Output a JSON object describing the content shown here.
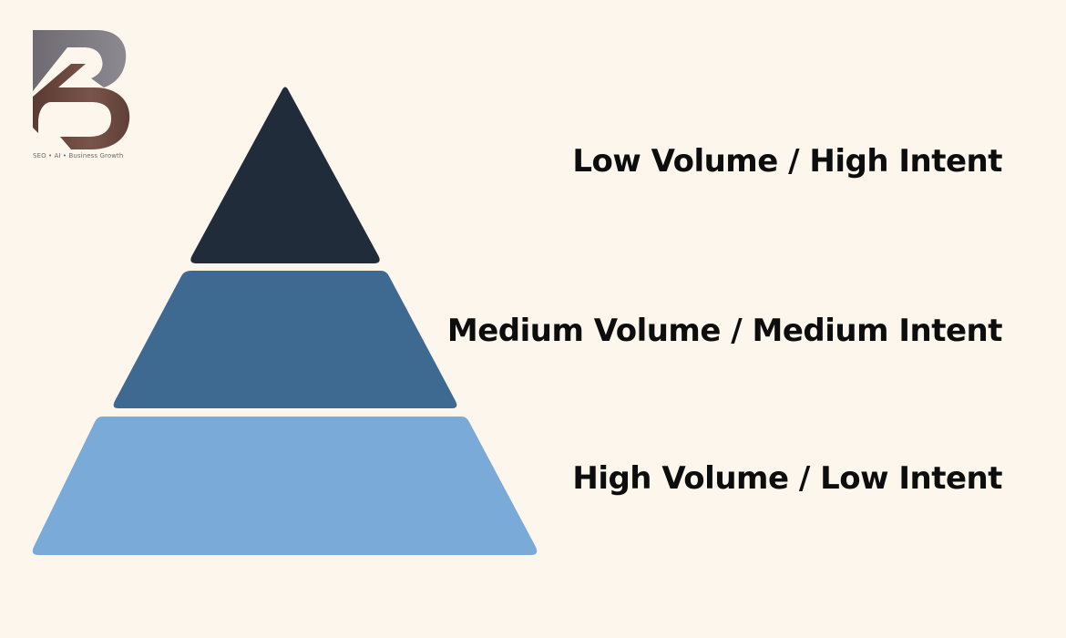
{
  "logo": {
    "letter": "B",
    "tagline": "SEO • AI • Business Growth",
    "colors": {
      "upper": "#7d7a82",
      "lower": "#6b4a42"
    }
  },
  "pyramid": {
    "levels": [
      {
        "position": "top",
        "label": "Low Volume / High Intent",
        "color": "#212c3a"
      },
      {
        "position": "middle",
        "label": "Medium Volume / Medium Intent",
        "color": "#3e6a91"
      },
      {
        "position": "bottom",
        "label": "High Volume / Low Intent",
        "color": "#7aabd8"
      }
    ]
  },
  "background_color": "#fdf6ec"
}
